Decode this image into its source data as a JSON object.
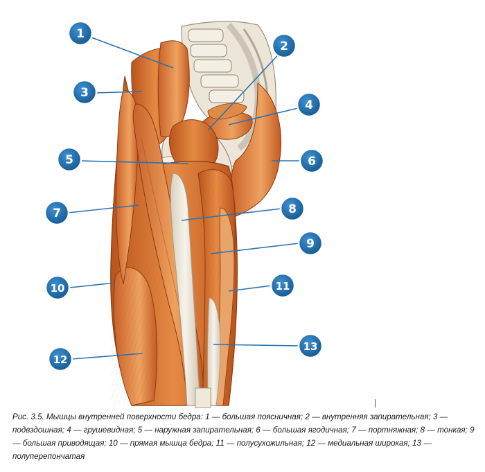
{
  "figure": {
    "illustration": "anatomical drawing of the medial thigh and pelvic muscles",
    "accent_color": "#1f6fb0",
    "muscle_color": "#d9722e",
    "bone_color": "#e9e4d8"
  },
  "callouts": [
    {
      "id": "1",
      "label": "1"
    },
    {
      "id": "2",
      "label": "2"
    },
    {
      "id": "3",
      "label": "3"
    },
    {
      "id": "4",
      "label": "4"
    },
    {
      "id": "5",
      "label": "5"
    },
    {
      "id": "6",
      "label": "6"
    },
    {
      "id": "7",
      "label": "7"
    },
    {
      "id": "8",
      "label": "8"
    },
    {
      "id": "9",
      "label": "9"
    },
    {
      "id": "10",
      "label": "10"
    },
    {
      "id": "11",
      "label": "11"
    },
    {
      "id": "12",
      "label": "12"
    },
    {
      "id": "13",
      "label": "13"
    }
  ],
  "caption": {
    "text": "Рис. 3.5. Мышцы внутренней поверхности бедра: 1 — большая поясничная; 2 — внутренняя запирательная; 3 — подвздошная; 4 — грушевидная; 5 — наружная запирательная; 6 — большая ягодичная; 7 — портняжная; 8 — тонкая; 9 — большая приводящая; 10 — прямая мышца бедра; 11 — полусухожильная; 12 — медиальная широкая; 13 — полуперепончатая"
  }
}
